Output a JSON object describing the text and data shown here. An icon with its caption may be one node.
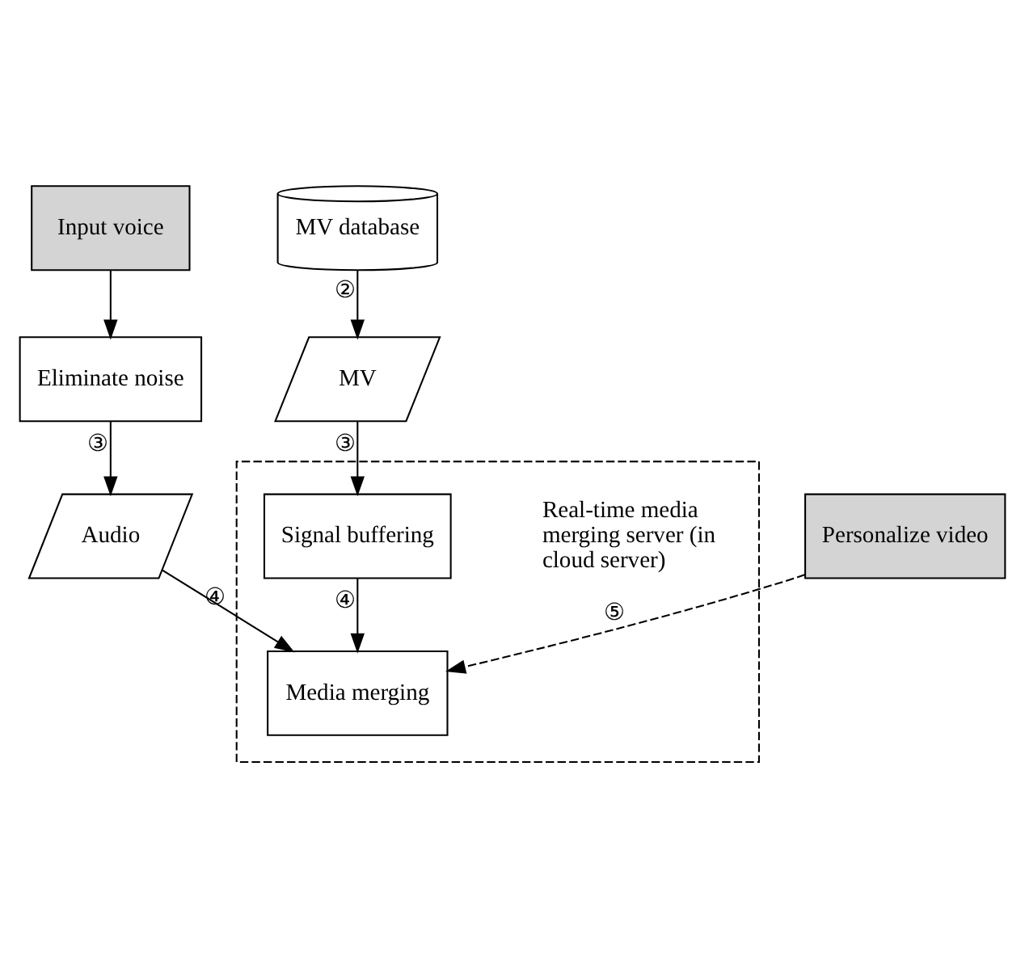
{
  "diagram": {
    "nodes": [
      {
        "text": [
          "Input voice"
        ]
      },
      {
        "text": [
          "MV database"
        ]
      },
      {
        "text": [
          "Eliminate noise"
        ]
      },
      {
        "text": [
          "MV"
        ]
      },
      {
        "text": [
          "Real-time media merging server (in cloud server)"
        ]
      },
      {
        "text": [
          "Signal buffering"
        ],
        "in": 4
      },
      {
        "text": [
          "Audio"
        ]
      },
      {
        "text": [
          "Media merging"
        ],
        "in": 4
      },
      {
        "text": [
          "Personalize video"
        ]
      }
    ],
    "edges": [
      {
        "from": 0,
        "to": 2,
        "arrow": "to"
      },
      {
        "from": 1,
        "to": 3,
        "arrow": "to",
        "label": "②"
      },
      {
        "from": 2,
        "to": 6,
        "arrow": "to",
        "label": "③"
      },
      {
        "from": 3,
        "to": 5,
        "arrow": "to",
        "label": "③"
      },
      {
        "from": 5,
        "to": 7,
        "arrow": "to",
        "label": "④"
      },
      {
        "from": 6,
        "to": 7,
        "arrow": "to",
        "label": "④"
      },
      {
        "from": 8,
        "to": 7,
        "arrow": "to",
        "label": "⑤",
        "style": "dashed"
      }
    ]
  }
}
